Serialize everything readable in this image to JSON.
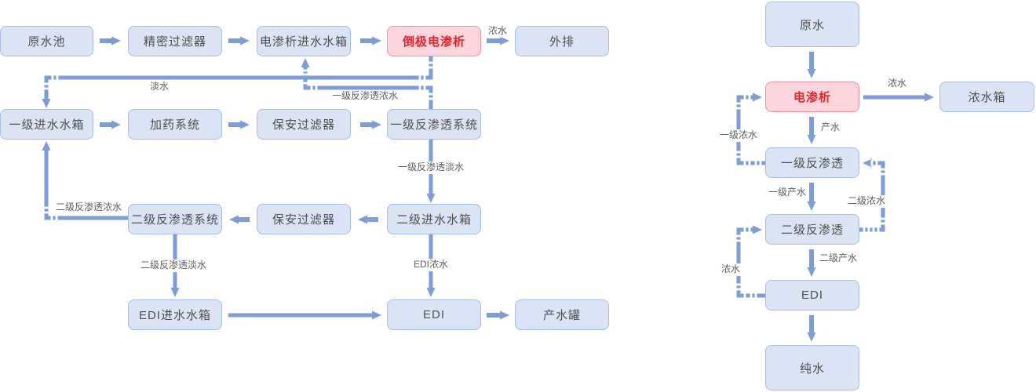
{
  "colors": {
    "line": "#7e9cd8",
    "box_fill": "#dbe4f5",
    "box_border": "#a6bde8",
    "box_text": "#4f4f4f",
    "red_fill": "#fcd6dc",
    "red_border": "#f0919f",
    "red_text": "#e8222d",
    "label_text": "#5f5f5f"
  },
  "diagram_left": {
    "nodes": {
      "raw_pool": "原水池",
      "fine_filter": "精密过滤器",
      "ed_feed_tank": "电渗析进水水箱",
      "edr": "倒极电渗析",
      "discharge": "外排",
      "s1_feed_tank": "一级进水水箱",
      "dosing": "加药系统",
      "guard_filter_1": "保安过滤器",
      "ro1": "一级反渗透系统",
      "ro2": "二级反渗透系统",
      "guard_filter_2": "保安过滤器",
      "s2_feed_tank": "二级进水水箱",
      "edi_feed_tank": "EDI进水水箱",
      "edi": "EDI",
      "product_tank": "产水罐"
    },
    "edge_labels": {
      "conc_to_discharge": "浓水",
      "fresh_water": "淡水",
      "ro1_conc": "一级反渗透浓水",
      "ro1_perm": "一级反渗透淡水",
      "ro2_conc": "二级反渗透浓水",
      "ro2_perm": "二级反渗透淡水",
      "edi_conc": "EDI浓水"
    }
  },
  "diagram_right": {
    "nodes": {
      "raw": "原水",
      "ed": "电渗析",
      "conc_tank": "浓水箱",
      "ro1": "一级反渗透",
      "ro2": "二级反渗透",
      "edi": "EDI",
      "pure": "纯水"
    },
    "edge_labels": {
      "conc": "浓水",
      "product": "产水",
      "s1_conc": "一级浓水",
      "s1_product": "一级产水",
      "s2_conc": "二级浓水",
      "s2_product": "二级产水",
      "edi_conc": "浓水"
    }
  }
}
